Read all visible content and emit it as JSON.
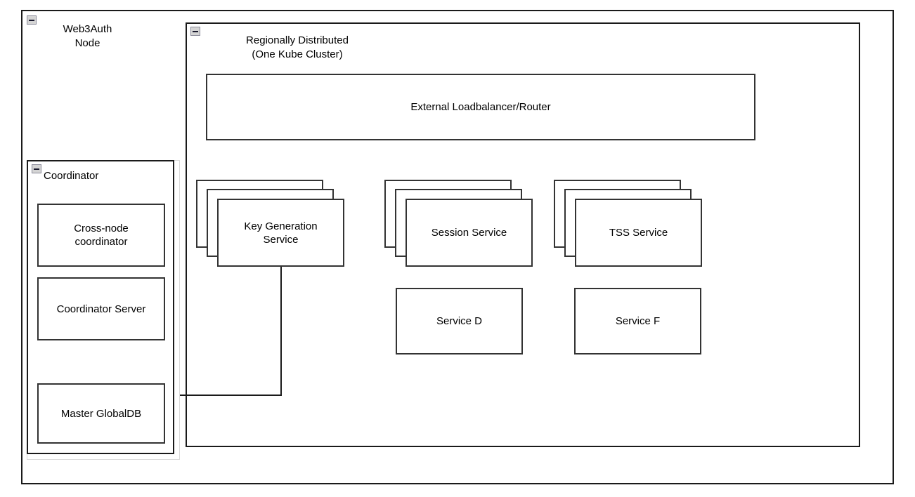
{
  "diagram": {
    "title": "Web3Auth Node Architecture",
    "background_color": "#ffffff",
    "line_color": "#1a1a1a",
    "box_border_color": "#333333",
    "collapse_icon_color": "#d4d4d4"
  },
  "outer_group": {
    "name": "Web3Auth Node",
    "label": "Web3Auth\nNode",
    "collapse_icon": "collapse-minus-icon"
  },
  "cluster_group": {
    "name": "Regionally Distributed",
    "label": "Regionally Distributed\n(One Kube Cluster)",
    "collapse_icon": "collapse-minus-icon"
  },
  "coordinator_group": {
    "name": "Coordinator",
    "label": "Coordinator",
    "collapse_icon": "collapse-minus-icon",
    "children": [
      {
        "label": "Cross-node\ncoordinator",
        "name": "cross-node-coordinator"
      },
      {
        "label": "Coordinator Server",
        "name": "coordinator-server"
      },
      {
        "label": "Master GlobalDB",
        "name": "master-globaldb"
      }
    ]
  },
  "cluster_nodes": {
    "loadbalancer": {
      "label": "External Loadbalancer/Router",
      "name": "external-loadbalancer-router"
    },
    "stacked_services": [
      {
        "label": "Key Generation\nService",
        "name": "key-generation-service",
        "stack_count": 3
      },
      {
        "label": "Session Service",
        "name": "session-service",
        "stack_count": 3
      },
      {
        "label": "TSS Service",
        "name": "tss-service",
        "stack_count": 3
      }
    ],
    "plain_services": [
      {
        "label": "Service D",
        "name": "service-d"
      },
      {
        "label": "Service F",
        "name": "service-f"
      }
    ]
  },
  "connections": [
    {
      "name": "keygen-to-master-globaldb",
      "from": "key-generation-service",
      "to": "master-globaldb",
      "arrow": "arrow-left-icon"
    }
  ]
}
